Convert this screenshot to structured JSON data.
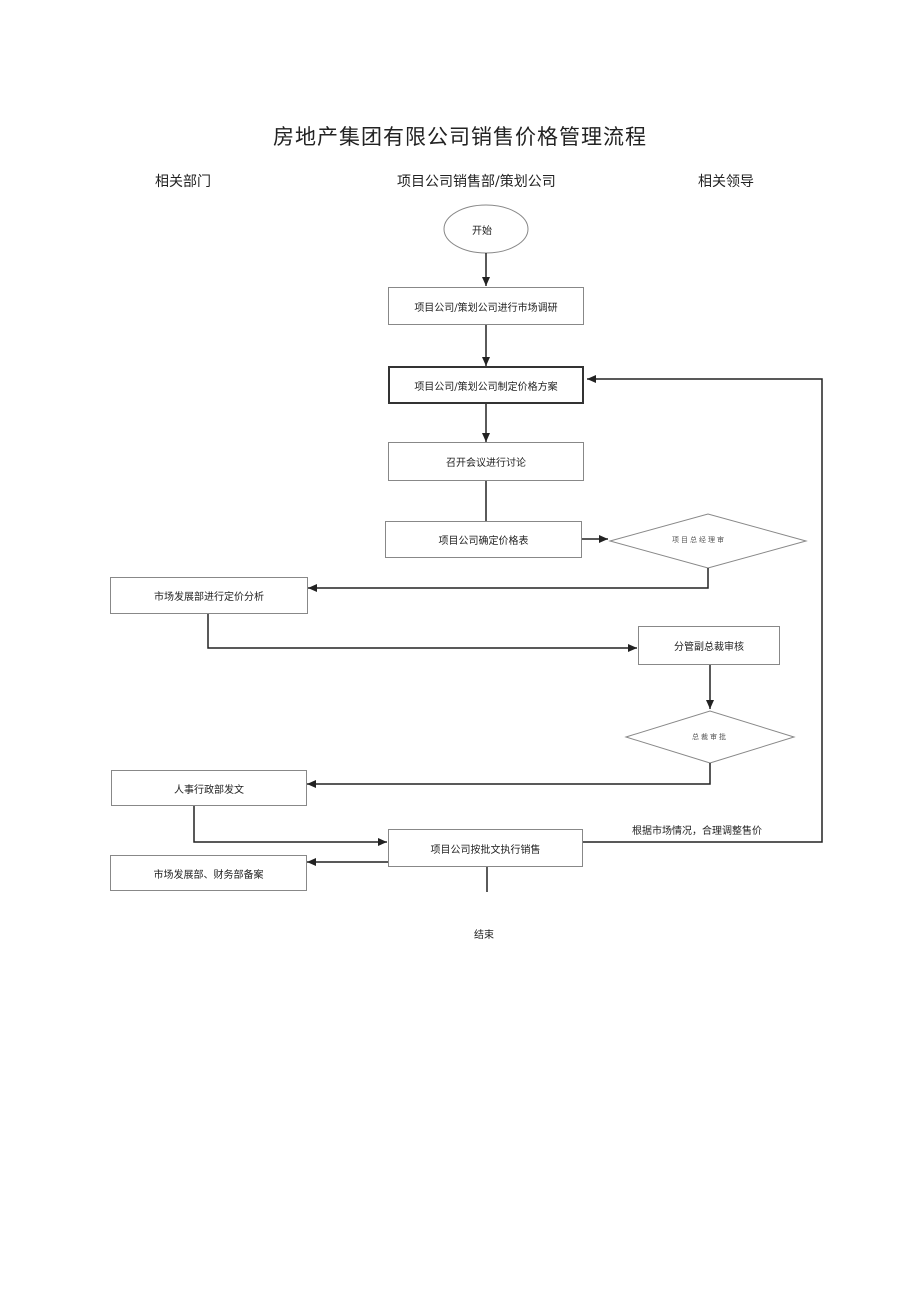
{
  "title": "房地产集团有限公司销售价格管理流程",
  "columns": {
    "left": "相关部门",
    "middle": "项目公司销售部/策划公司",
    "right": "相关领导"
  },
  "nodes": {
    "start": "开始",
    "research": "项目公司/策划公司进行市场调研",
    "plan": "项目公司/策划公司制定价格方案",
    "meeting": "召开会议进行讨论",
    "price_table": "项目公司确定价格表",
    "review1": "项目总经理审",
    "market_analysis": "市场发展部进行定价分析",
    "vp_review": "分管副总裁审核",
    "review2": "总裁审批",
    "hr_doc": "人事行政部发文",
    "execute": "项目公司按批文执行销售",
    "filing": "市场发展部、财务部备案",
    "end": "结束"
  },
  "loop_label": "根据市场情况，合理调整售价"
}
